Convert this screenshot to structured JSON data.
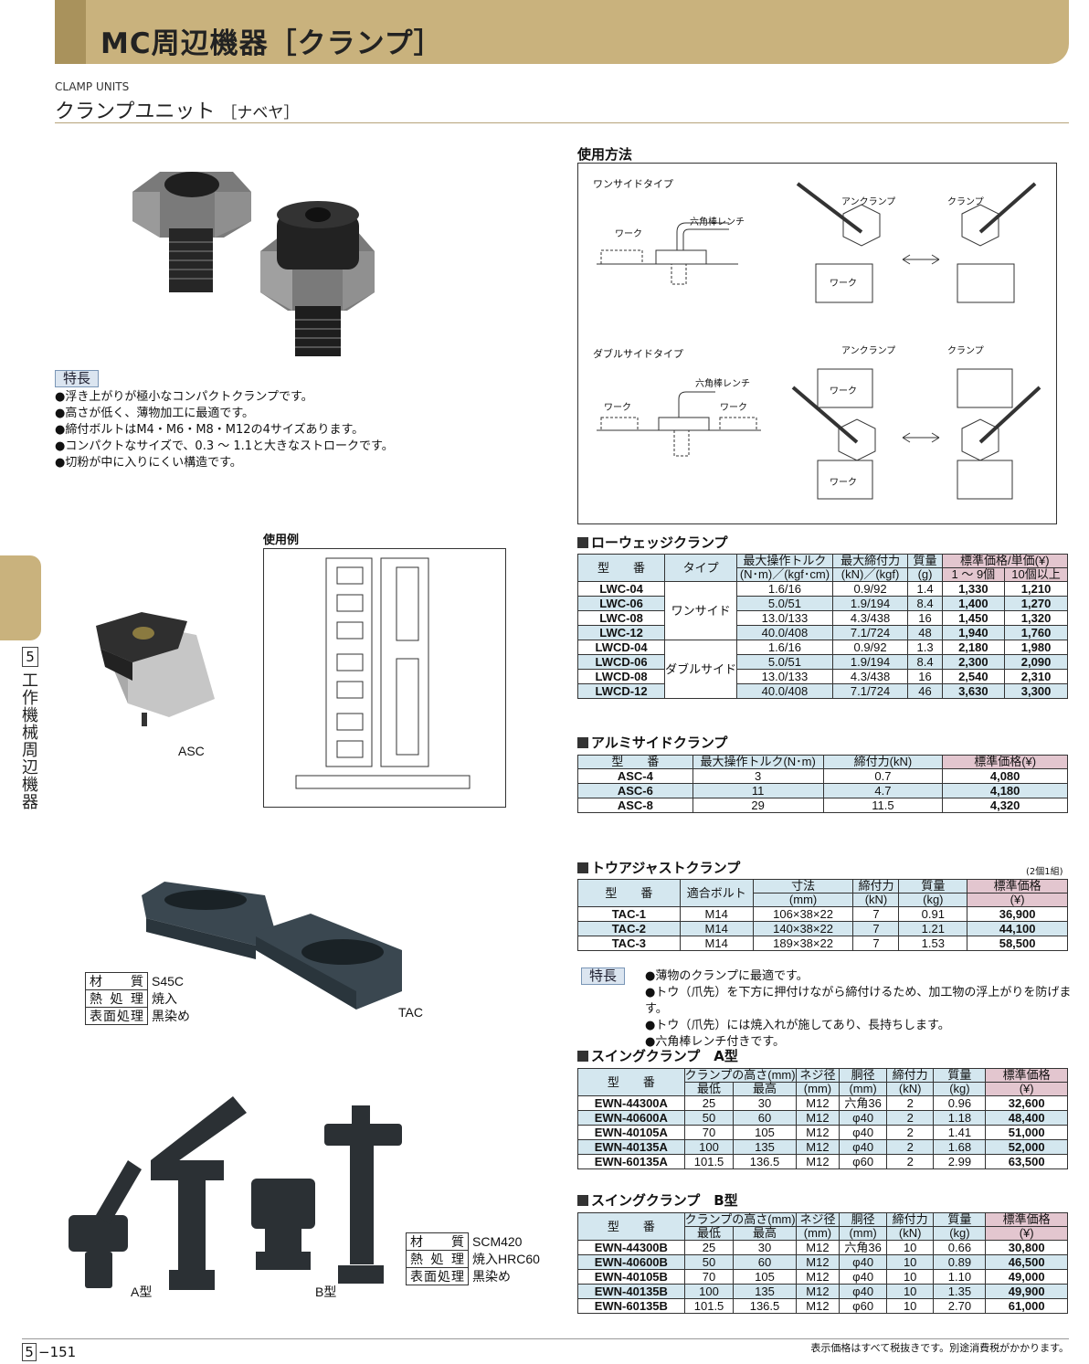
{
  "header": {
    "title": "MC周辺機器［クランプ］",
    "subtitle_en": "CLAMP UNITS",
    "subtitle_jp": "クランプユニット",
    "subtitle_tag": "［ナベヤ］"
  },
  "side": {
    "num": "5",
    "text": "工作機械周辺機器"
  },
  "features": {
    "label": "特長",
    "items": [
      "●浮き上がりが極小なコンパクトクランプです。",
      "●高さが低く、薄物加工に最適です。",
      "●締付ボルトはM4・M6・M8・M12の4サイズあります。",
      "●コンパクトなサイズで、0.3 ～ 1.1と大きなストロークです。",
      "●切粉が中に入りにくい構造です。"
    ]
  },
  "usage": {
    "title": "使用方法",
    "one_side": "ワンサイドタイプ",
    "double_side": "ダブルサイドタイプ",
    "unclamp": "アンクランプ",
    "clamp": "クランプ",
    "work": "ワーク",
    "wrench": "六角棒レンチ"
  },
  "example": {
    "title": "使用例"
  },
  "labels": {
    "asc": "ASC",
    "tac": "TAC",
    "a_type": "A型",
    "b_type": "B型"
  },
  "mat1": {
    "rows": [
      [
        "材　質",
        "S45C"
      ],
      [
        "熱処理",
        "焼入"
      ],
      [
        "表面処理",
        "黒染め"
      ]
    ]
  },
  "mat2": {
    "rows": [
      [
        "材　質",
        "SCM420"
      ],
      [
        "熱処理",
        "焼入HRC60"
      ],
      [
        "表面処理",
        "黒染め"
      ]
    ]
  },
  "lwc": {
    "title": "ローウェッジクランプ",
    "h": {
      "model": "型　　番",
      "type": "タイプ",
      "torque": "最大操作トルク",
      "torque_u": "(N･m)／(kgf･cm)",
      "force": "最大締付力",
      "force_u": "(kN)／(kgf)",
      "mass": "質量",
      "mass_u": "(g)",
      "price": "標準価格/単価(¥)",
      "p1": "1 ～ 9個",
      "p2": "10個以上"
    },
    "type_one": "ワンサイド",
    "type_double": "ダブルサイド",
    "rows": [
      [
        "LWC-04",
        "1.6/16",
        "0.9/92",
        "1.4",
        "1,330",
        "1,210"
      ],
      [
        "LWC-06",
        "5.0/51",
        "1.9/194",
        "8.4",
        "1,400",
        "1,270"
      ],
      [
        "LWC-08",
        "13.0/133",
        "4.3/438",
        "16",
        "1,450",
        "1,320"
      ],
      [
        "LWC-12",
        "40.0/408",
        "7.1/724",
        "48",
        "1,940",
        "1,760"
      ],
      [
        "LWCD-04",
        "1.6/16",
        "0.9/92",
        "1.3",
        "2,180",
        "1,980"
      ],
      [
        "LWCD-06",
        "5.0/51",
        "1.9/194",
        "8.4",
        "2,300",
        "2,090"
      ],
      [
        "LWCD-08",
        "13.0/133",
        "4.3/438",
        "16",
        "2,540",
        "2,310"
      ],
      [
        "LWCD-12",
        "40.0/408",
        "7.1/724",
        "46",
        "3,630",
        "3,300"
      ]
    ]
  },
  "asc": {
    "title": "アルミサイドクランプ",
    "h": [
      "型　　番",
      "最大操作トルク(N･m)",
      "締付力(kN)",
      "標準価格(¥)"
    ],
    "rows": [
      [
        "ASC-4",
        "3",
        "0.7",
        "4,080"
      ],
      [
        "ASC-6",
        "11",
        "4.7",
        "4,180"
      ],
      [
        "ASC-8",
        "29",
        "11.5",
        "4,320"
      ]
    ]
  },
  "tac": {
    "title": "トウアジャストクランプ",
    "note": "(2個1組)",
    "h": {
      "model": "型　　番",
      "bolt": "適合ボルト",
      "dim": "寸法",
      "dim_u": "(mm)",
      "force": "締付力",
      "force_u": "(kN)",
      "mass": "質量",
      "mass_u": "(kg)",
      "price": "標準価格",
      "price_u": "(¥)"
    },
    "rows": [
      [
        "TAC-1",
        "M14",
        "106×38×22",
        "7",
        "0.91",
        "36,900"
      ],
      [
        "TAC-2",
        "M14",
        "140×38×22",
        "7",
        "1.21",
        "44,100"
      ],
      [
        "TAC-3",
        "M14",
        "189×38×22",
        "7",
        "1.53",
        "58,500"
      ]
    ],
    "feat_label": "特長",
    "feats": [
      "●薄物のクランプに最適です。",
      "●トウ（爪先）を下方に押付けながら締付けるため、加工物の浮上がりを防げます。",
      "●トウ（爪先）には焼入れが施してあり、長持ちします。",
      "●六角棒レンチ付きです。"
    ]
  },
  "ewna": {
    "title": "スイングクランプ　A型"
  },
  "ewnb": {
    "title": "スイングクランプ　B型"
  },
  "ewnh": {
    "model": "型　　番",
    "height": "クランプの高さ(mm)",
    "min": "最低",
    "max": "最高",
    "screw": "ネジ径",
    "screw_u": "(mm)",
    "dia": "胴径",
    "dia_u": "(mm)",
    "force": "締付力",
    "force_u": "(kN)",
    "mass": "質量",
    "mass_u": "(kg)",
    "price": "標準価格",
    "price_u": "(¥)"
  },
  "ewna_rows": [
    [
      "EWN-44300A",
      "25",
      "30",
      "M12",
      "六角36",
      "2",
      "0.96",
      "32,600"
    ],
    [
      "EWN-40600A",
      "50",
      "60",
      "M12",
      "φ40",
      "2",
      "1.18",
      "48,400"
    ],
    [
      "EWN-40105A",
      "70",
      "105",
      "M12",
      "φ40",
      "2",
      "1.41",
      "51,000"
    ],
    [
      "EWN-40135A",
      "100",
      "135",
      "M12",
      "φ40",
      "2",
      "1.68",
      "52,000"
    ],
    [
      "EWN-60135A",
      "101.5",
      "136.5",
      "M12",
      "φ60",
      "2",
      "2.99",
      "63,500"
    ]
  ],
  "ewnb_rows": [
    [
      "EWN-44300B",
      "25",
      "30",
      "M12",
      "六角36",
      "10",
      "0.66",
      "30,800"
    ],
    [
      "EWN-40600B",
      "50",
      "60",
      "M12",
      "φ40",
      "10",
      "0.89",
      "46,500"
    ],
    [
      "EWN-40105B",
      "70",
      "105",
      "M12",
      "φ40",
      "10",
      "1.10",
      "49,000"
    ],
    [
      "EWN-40135B",
      "100",
      "135",
      "M12",
      "φ40",
      "10",
      "1.35",
      "49,900"
    ],
    [
      "EWN-60135B",
      "101.5",
      "136.5",
      "M12",
      "φ60",
      "10",
      "2.70",
      "61,000"
    ]
  ],
  "footer": {
    "num": "5",
    "page": "−151",
    "note": "表示価格はすべて税抜きです。別途消費税がかかります。"
  }
}
